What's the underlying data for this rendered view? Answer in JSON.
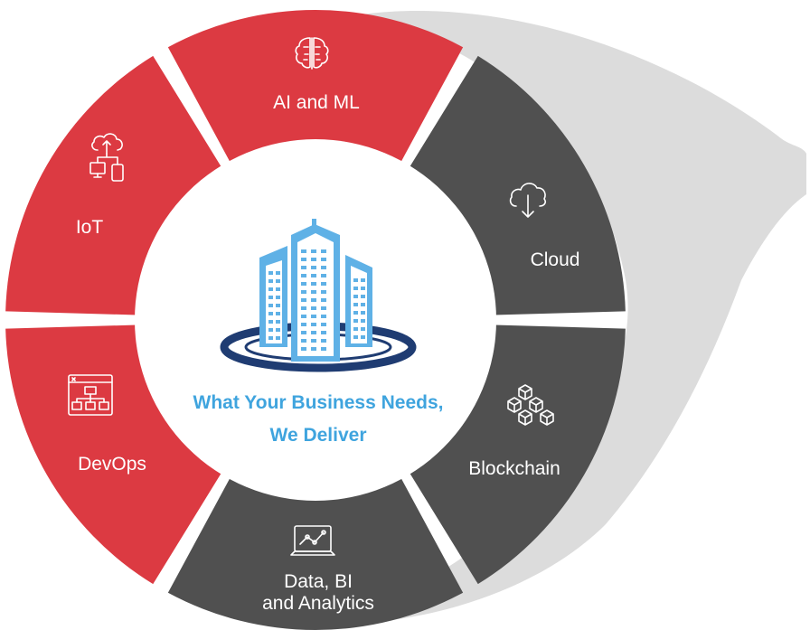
{
  "colors": {
    "red": "#dc3a42",
    "gray": "#505050",
    "swoosh": "#dcdcdc",
    "building": "#5fb1e6",
    "base_ring": "#1f3c72",
    "tagline": "#3fa4de"
  },
  "center": {
    "tagline_line1": "What Your Business Needs,",
    "tagline_line2": "We Deliver",
    "icon": "office-building-icon"
  },
  "segments": [
    {
      "id": "ai-ml",
      "label": "AI and ML",
      "color": "red",
      "icon": "brain-circuit-icon"
    },
    {
      "id": "cloud",
      "label": "Cloud",
      "color": "gray",
      "icon": "cloud-download-icon"
    },
    {
      "id": "blockchain",
      "label": "Blockchain",
      "color": "gray",
      "icon": "blocks-network-icon"
    },
    {
      "id": "data-bi",
      "label_line1": "Data, BI",
      "label_line2": "and Analytics",
      "color": "gray",
      "icon": "laptop-chart-icon"
    },
    {
      "id": "devops",
      "label": "DevOps",
      "color": "red",
      "icon": "flowchart-window-icon"
    },
    {
      "id": "iot",
      "label": "IoT",
      "color": "red",
      "icon": "cloud-devices-icon"
    }
  ]
}
